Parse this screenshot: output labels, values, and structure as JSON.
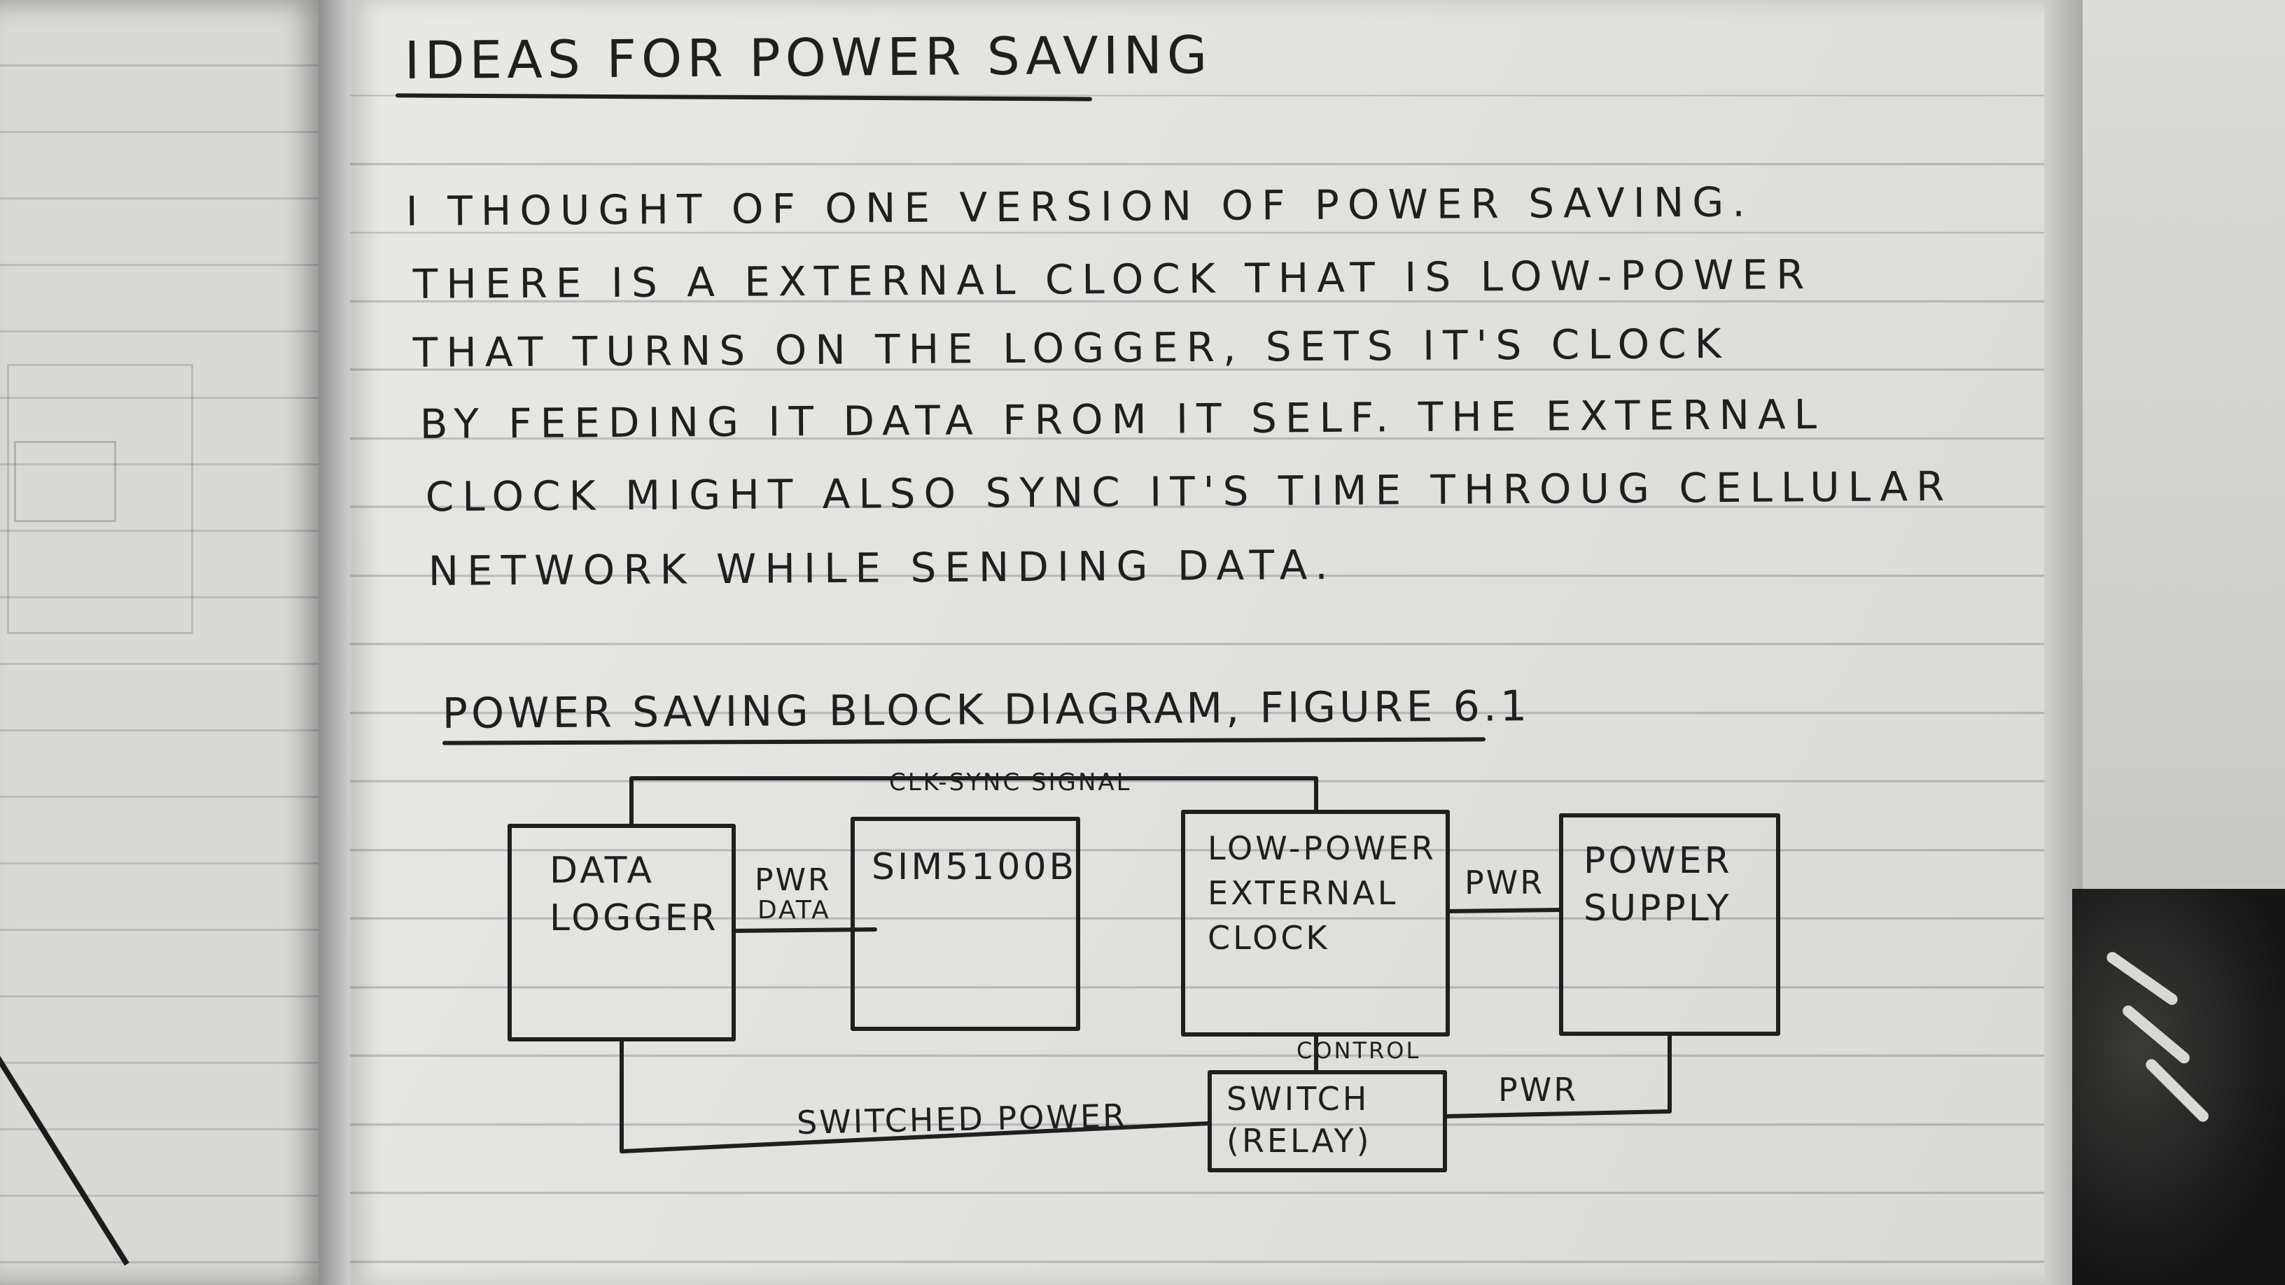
{
  "page": {
    "title": "IDEAS FOR POWER SAVING",
    "paragraph_lines": [
      "I THOUGHT OF ONE VERSION OF POWER SAVING.",
      "THERE IS A EXTERNAL CLOCK THAT IS LOW-POWER",
      "THAT TURNS ON THE LOGGER, SETS IT'S CLOCK",
      "BY FEEDING IT DATA FROM IT SELF. THE EXTERNAL",
      "CLOCK MIGHT ALSO SYNC IT'S TIME THROUG CELLULAR",
      "NETWORK WHILE SENDING DATA."
    ],
    "figure_title": "POWER SAVING BLOCK DIAGRAM, FIGURE 6.1"
  },
  "diagram": {
    "blocks": {
      "data_logger": [
        "DATA",
        "LOGGER"
      ],
      "sim5100b": [
        "SIM5100B"
      ],
      "ext_clock": [
        "LOW-POWER",
        "EXTERNAL",
        "CLOCK"
      ],
      "power_supply": [
        "POWER",
        "SUPPLY"
      ],
      "switch": [
        "SWITCH",
        "(RELAY)"
      ]
    },
    "labels": {
      "clk_sync": "CLK-SYNC SIGNAL",
      "pwr_data_1": "PWR",
      "pwr_data_2": "DATA",
      "pwr_clock_supply": "PWR",
      "control": "CONTROL",
      "switched_power": "SWITCHED POWER",
      "pwr_switch_supply": "PWR"
    }
  },
  "colors": {
    "ink": "#1f1f1f",
    "paper": "#e7e7e3",
    "rule_line": "#b8bcc0"
  }
}
